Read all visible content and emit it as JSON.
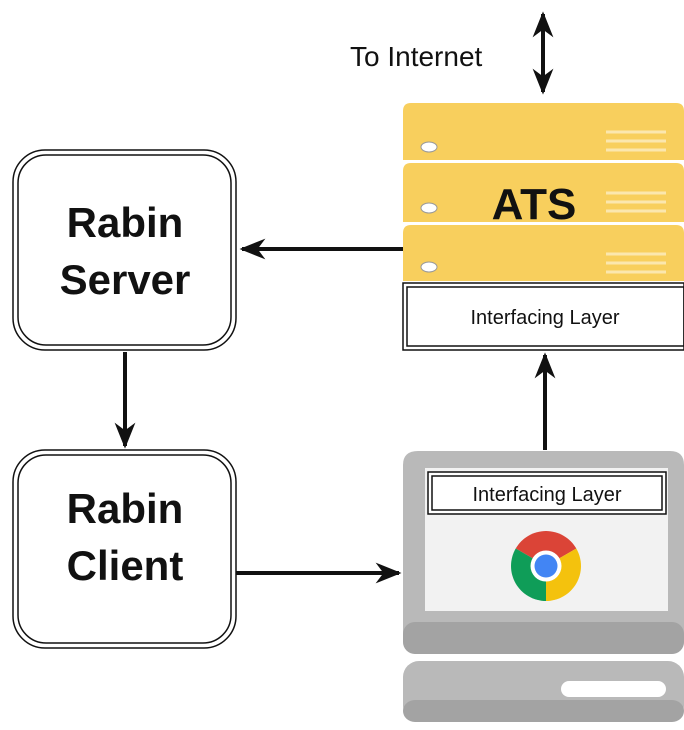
{
  "internet": {
    "label": "To Internet"
  },
  "ats": {
    "label": "ATS",
    "color": "#F8CF5D",
    "stripe_color": "#FBE7AE",
    "interfacing_label": "Interfacing Layer"
  },
  "rabin_server": {
    "line1": "Rabin",
    "line2": "Server"
  },
  "rabin_client": {
    "line1": "Rabin",
    "line2": "Client"
  },
  "computer": {
    "interfacing_label": "Interfacing Layer",
    "browser_icon": "chrome-icon",
    "body_color": "#B9B9B9",
    "screen_color": "#F2F2F2"
  }
}
